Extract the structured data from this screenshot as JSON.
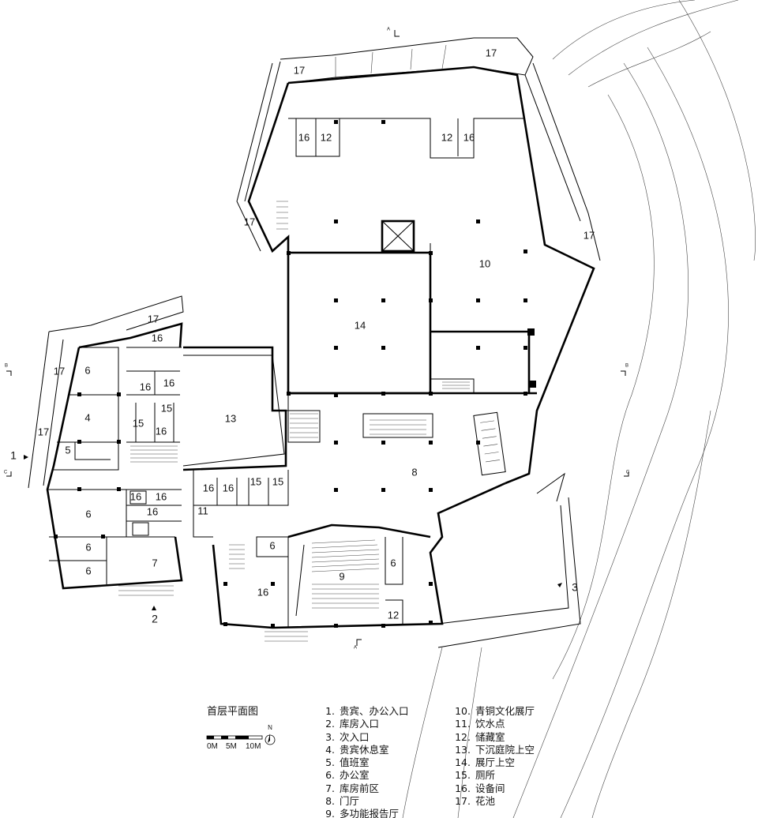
{
  "plan_title": "首层平面图",
  "legend_left": [
    {
      "num": "1.",
      "text": "贵宾、办公入口"
    },
    {
      "num": "2.",
      "text": "库房入口"
    },
    {
      "num": "3.",
      "text": "次入口"
    },
    {
      "num": "4.",
      "text": "贵宾休息室"
    },
    {
      "num": "5.",
      "text": "值班室"
    },
    {
      "num": "6.",
      "text": "办公室"
    },
    {
      "num": "7.",
      "text": "库房前区"
    },
    {
      "num": "8.",
      "text": "门厅"
    },
    {
      "num": "9.",
      "text": "多功能报告厅"
    }
  ],
  "legend_right": [
    {
      "num": "10.",
      "text": "青铜文化展厅"
    },
    {
      "num": "11.",
      "text": "饮水点"
    },
    {
      "num": "12.",
      "text": "储藏室"
    },
    {
      "num": "13.",
      "text": "下沉庭院上空"
    },
    {
      "num": "14.",
      "text": "展厅上空"
    },
    {
      "num": "15.",
      "text": "厕所"
    },
    {
      "num": "16.",
      "text": "设备间"
    },
    {
      "num": "17.",
      "text": "花池"
    }
  ],
  "scale": {
    "labels": [
      "0M",
      "5M",
      "10M"
    ],
    "north": "N"
  },
  "section_marks": {
    "a": "A",
    "b": "B",
    "c": "C"
  },
  "room_labels": [
    {
      "id": "r17a",
      "text": "17"
    },
    {
      "id": "r17b",
      "text": "17"
    },
    {
      "id": "r17c",
      "text": "17"
    },
    {
      "id": "r17d",
      "text": "17"
    },
    {
      "id": "r17e",
      "text": "17"
    },
    {
      "id": "r17f",
      "text": "17"
    },
    {
      "id": "r17g",
      "text": "17"
    },
    {
      "id": "r16a",
      "text": "16"
    },
    {
      "id": "r12a",
      "text": "12"
    },
    {
      "id": "r12b",
      "text": "12"
    },
    {
      "id": "r16b",
      "text": "16"
    },
    {
      "id": "r10",
      "text": "10"
    },
    {
      "id": "r14",
      "text": "14"
    },
    {
      "id": "r13",
      "text": "13"
    },
    {
      "id": "r16c",
      "text": "16"
    },
    {
      "id": "r16d",
      "text": "16"
    },
    {
      "id": "r16e",
      "text": "16"
    },
    {
      "id": "r15a",
      "text": "15"
    },
    {
      "id": "r15b",
      "text": "15"
    },
    {
      "id": "r16f",
      "text": "16"
    },
    {
      "id": "r6a",
      "text": "6"
    },
    {
      "id": "r4",
      "text": "4"
    },
    {
      "id": "r5",
      "text": "5"
    },
    {
      "id": "r16g",
      "text": "16"
    },
    {
      "id": "r16h",
      "text": "16"
    },
    {
      "id": "r15c",
      "text": "15"
    },
    {
      "id": "r15d",
      "text": "15"
    },
    {
      "id": "r16i",
      "text": "16"
    },
    {
      "id": "r16j",
      "text": "16"
    },
    {
      "id": "r16k",
      "text": "16"
    },
    {
      "id": "r11",
      "text": "11"
    },
    {
      "id": "r6b",
      "text": "6"
    },
    {
      "id": "r6c",
      "text": "6"
    },
    {
      "id": "r6d",
      "text": "6"
    },
    {
      "id": "r7",
      "text": "7"
    },
    {
      "id": "r8",
      "text": "8"
    },
    {
      "id": "r6e",
      "text": "6"
    },
    {
      "id": "r16l",
      "text": "16"
    },
    {
      "id": "r9",
      "text": "9"
    },
    {
      "id": "r6f",
      "text": "6"
    },
    {
      "id": "r12c",
      "text": "12"
    },
    {
      "id": "ent1",
      "text": "1"
    },
    {
      "id": "ent2",
      "text": "2"
    },
    {
      "id": "ent3",
      "text": "3"
    }
  ]
}
